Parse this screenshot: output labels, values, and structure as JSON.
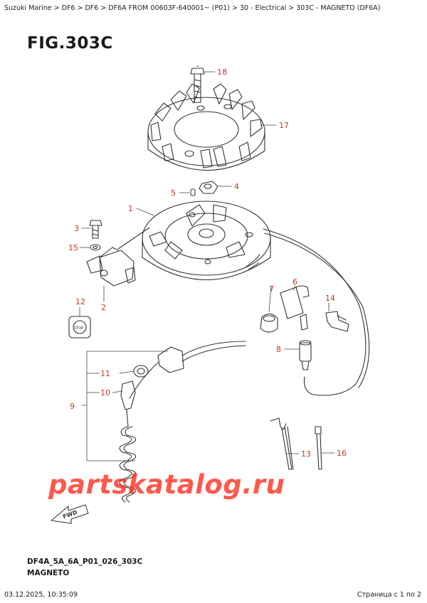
{
  "breadcrumb": "Suzuki Marine > DF6 > DF6 > DF6A FROM 00603F-640001~ (P01) > 30 - Electrical > 303C - MAGNETO (DF6A)",
  "figure_title": "FIG.303C",
  "callouts": {
    "c1": "1",
    "c2": "2",
    "c3": "3",
    "c4": "4",
    "c5": "5",
    "c6": "6",
    "c7": "7",
    "c8": "8",
    "c9": "9",
    "c10": "10",
    "c11": "11",
    "c12": "12",
    "c13": "13",
    "c14": "14",
    "c15": "15",
    "c16": "16",
    "c17": "17",
    "c18": "18"
  },
  "stop_label": "STOP",
  "fwd_label": "FWD",
  "watermark": "partskatalog.ru",
  "drawing_code": "DF4A_5A_6A_P01_026_303C",
  "section_name": "MAGNETO",
  "footer": {
    "timestamp": "03.12.2025, 10:35:09",
    "page": "Страница с 1 по 2"
  },
  "colors": {
    "callout": "#c0392b",
    "watermark": "#ff2a1a",
    "line": "#333333"
  }
}
